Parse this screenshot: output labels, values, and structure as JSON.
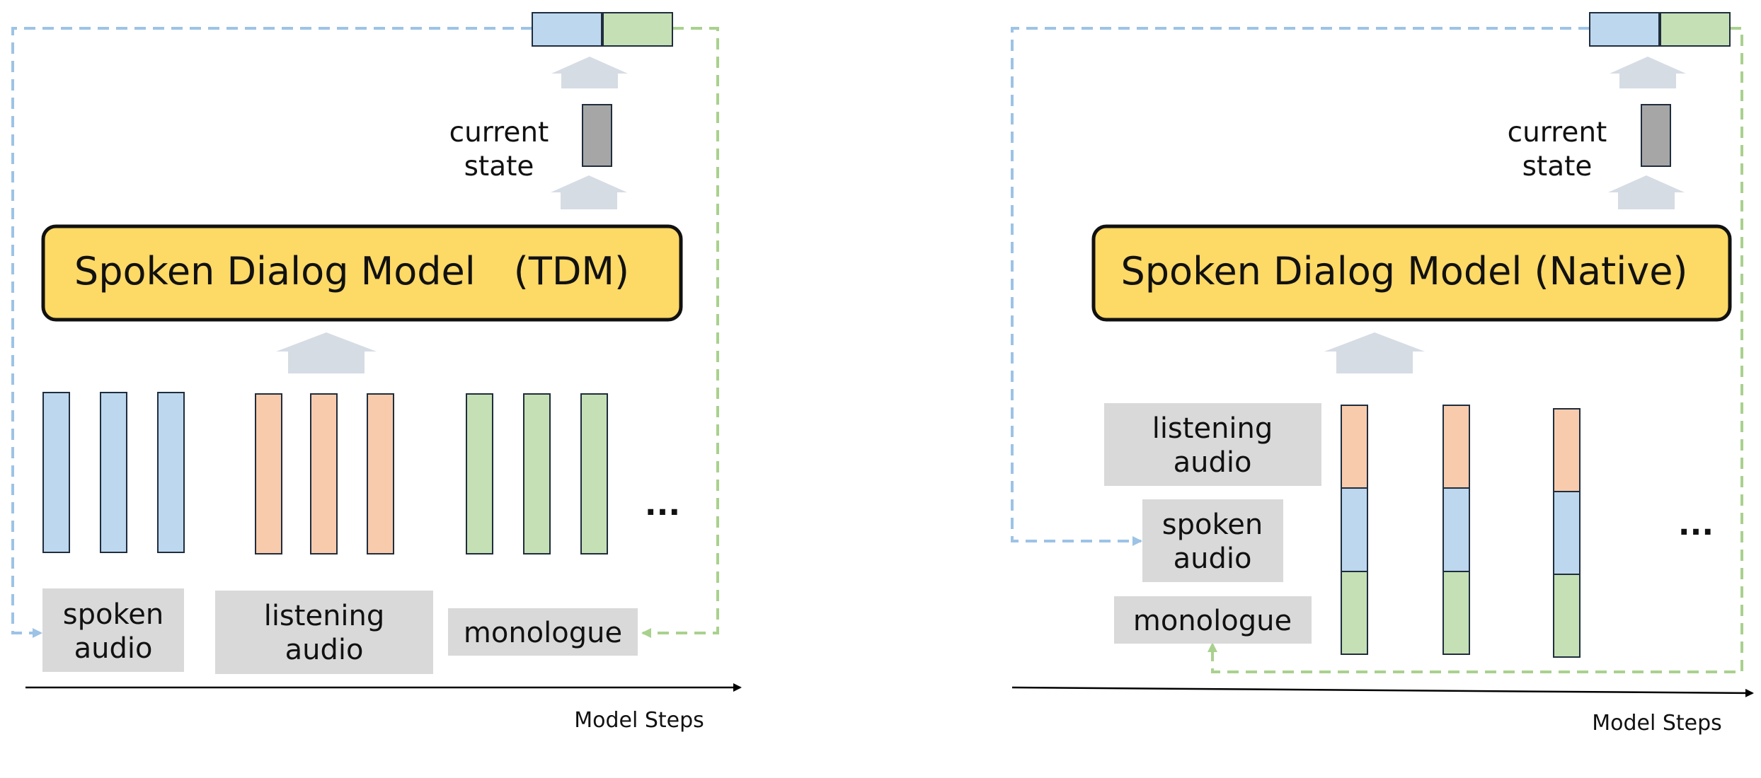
{
  "colors": {
    "blue": "#bdd7ee",
    "orange": "#f8cbad",
    "green": "#c5e0b4",
    "state": "#a6a6a6",
    "model": "#fdd966",
    "label_bg": "#d9d9d9",
    "dashed_blue": "#9dc3e6",
    "dashed_green": "#a9d18e"
  },
  "left": {
    "model_label": "Spoken Dialog Model　(TDM)",
    "state_label_1": "current",
    "state_label_2": "state",
    "labels": {
      "spoken_1": "spoken",
      "spoken_2": "audio",
      "listening_1": "listening",
      "listening_2": "audio",
      "monologue": "monologue"
    },
    "ellipsis": "...",
    "axis_label": "Model Steps"
  },
  "right": {
    "model_label": "Spoken Dialog Model (Native)",
    "state_label_1": "current",
    "state_label_2": "state",
    "labels": {
      "listening_1": "listening",
      "listening_2": "audio",
      "spoken_1": "spoken",
      "spoken_2": "audio",
      "monologue": "monologue"
    },
    "ellipsis": "...",
    "axis_label": "Model Steps"
  }
}
